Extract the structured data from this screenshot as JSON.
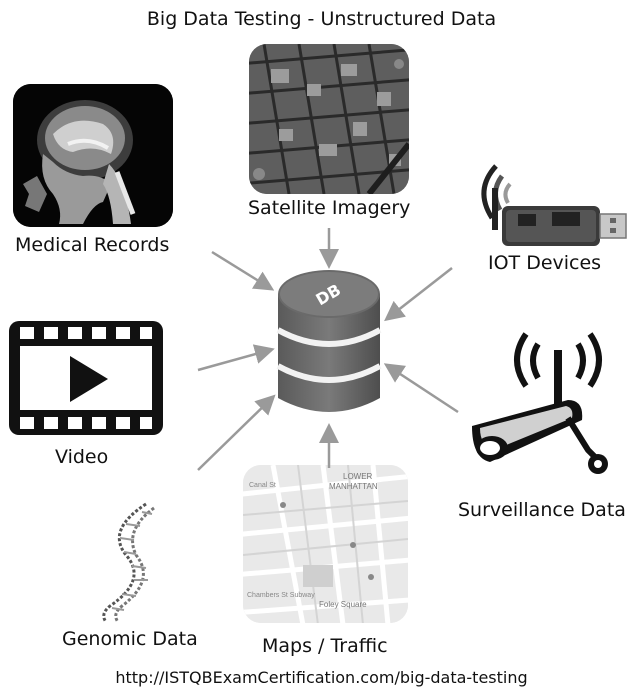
{
  "title": "Big Data Testing - Unstructured Data",
  "center": {
    "db_label": "DB"
  },
  "sources": {
    "satellite": "Satellite Imagery",
    "medical": "Medical Records",
    "iot": "IOT Devices",
    "video": "Video",
    "surveillance": "Surveillance Data",
    "genomic": "Genomic Data",
    "maps": "Maps / Traffic"
  },
  "map_text": {
    "lower": "LOWER",
    "manhattan": "MANHATTAN",
    "canal_st": "Canal St",
    "foley_square": "Foley Square",
    "chambers_st": "Chambers St Subway"
  },
  "footer": "http://ISTQBExamCertification.com/big-data-testing"
}
